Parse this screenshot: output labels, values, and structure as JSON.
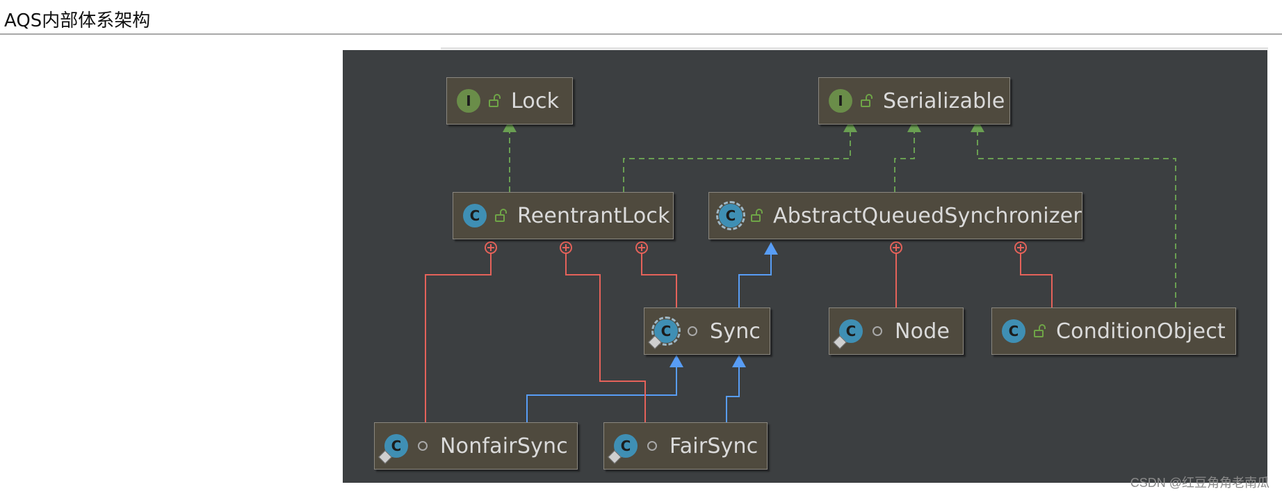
{
  "page": {
    "title": "AQS内部体系架构",
    "watermark": "CSDN @红豆角角老南瓜"
  },
  "diagram": {
    "colors": {
      "background": "#3c3f41",
      "node_fill": "#4f4a3e",
      "implements_edge": "#6a9f52",
      "extends_edge": "#589df6",
      "inner_class_edge": "#e5625a",
      "interface_icon": "#6a8d49",
      "class_icon": "#3f8fb4"
    },
    "nodes": {
      "lock": {
        "label": "Lock",
        "kind": "interface",
        "icon": "interface-icon",
        "visibility": "public-lock-icon"
      },
      "serializable": {
        "label": "Serializable",
        "kind": "interface",
        "icon": "interface-icon",
        "visibility": "public-lock-icon"
      },
      "reentrant_lock": {
        "label": "ReentrantLock",
        "kind": "class",
        "icon": "class-icon",
        "visibility": "public-lock-icon"
      },
      "aqs": {
        "label": "AbstractQueuedSynchronizer",
        "kind": "abstract class",
        "icon": "abstract-class-icon",
        "visibility": "public-lock-icon"
      },
      "sync": {
        "label": "Sync",
        "kind": "abstract static class",
        "icon": "abstract-static-class-icon",
        "visibility": "package-private-dot-icon"
      },
      "node": {
        "label": "Node",
        "kind": "static class",
        "icon": "static-class-icon",
        "visibility": "package-private-dot-icon"
      },
      "condition_object": {
        "label": "ConditionObject",
        "kind": "class",
        "icon": "class-icon",
        "visibility": "public-lock-icon"
      },
      "nonfair_sync": {
        "label": "NonfairSync",
        "kind": "static class",
        "icon": "static-class-icon",
        "visibility": "package-private-dot-icon"
      },
      "fair_sync": {
        "label": "FairSync",
        "kind": "static class",
        "icon": "static-class-icon",
        "visibility": "package-private-dot-icon"
      }
    },
    "icon_letters": {
      "interface": "I",
      "class": "C"
    },
    "relations": [
      {
        "from": "ReentrantLock",
        "to": "Lock",
        "type": "implements"
      },
      {
        "from": "ReentrantLock",
        "to": "Serializable",
        "type": "implements"
      },
      {
        "from": "AbstractQueuedSynchronizer",
        "to": "Serializable",
        "type": "implements"
      },
      {
        "from": "ConditionObject",
        "to": "Serializable",
        "type": "implements"
      },
      {
        "from": "Sync",
        "to": "AbstractQueuedSynchronizer",
        "type": "extends"
      },
      {
        "from": "NonfairSync",
        "to": "Sync",
        "type": "extends"
      },
      {
        "from": "FairSync",
        "to": "Sync",
        "type": "extends"
      },
      {
        "from": "Sync",
        "to": "ReentrantLock",
        "type": "inner-class"
      },
      {
        "from": "NonfairSync",
        "to": "ReentrantLock",
        "type": "inner-class"
      },
      {
        "from": "FairSync",
        "to": "ReentrantLock",
        "type": "inner-class"
      },
      {
        "from": "Node",
        "to": "AbstractQueuedSynchronizer",
        "type": "inner-class"
      },
      {
        "from": "ConditionObject",
        "to": "AbstractQueuedSynchronizer",
        "type": "inner-class"
      }
    ]
  }
}
